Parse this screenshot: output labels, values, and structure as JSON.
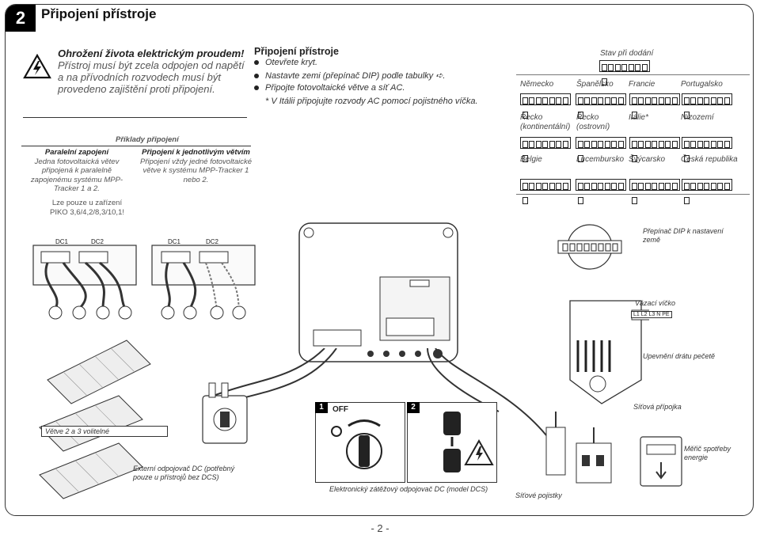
{
  "header": {
    "section_number": "2",
    "title": "Připojení přístroje"
  },
  "warning": {
    "icon": "warning-lightning-icon",
    "title": "Ohrožení života elektrickým proudem!",
    "text": "Přístroj musí být zcela odpojen od napětí a na přívodních rozvodech musí být provedeno zajištění proti připojení."
  },
  "examples": {
    "title": "Příklady připojení",
    "parallel": {
      "title": "Paralelní zapojení",
      "text": "Jedna fotovoltaická větev připojená k paralelně zapojenému systému MPP-Tracker 1 a 2."
    },
    "single": {
      "title": "Připojení k jednotlivým větvím",
      "text": "Připojení vždy jedné fotovoltaické větve k systému MPP-Tracker 1 nebo 2."
    },
    "note": "Lze pouze u zařízení PIKO 3,6/4,2/8,3/10,1!",
    "dc1": "DC1",
    "dc2": "DC2"
  },
  "instructions": {
    "title": "Připojení přístroje",
    "steps": [
      "Otevřete kryt.",
      "Nastavte zemi (přepínač DIP) podle tabulky ➪.",
      "Připojte fotovoltaické větve a síť AC."
    ],
    "note": "* V Itálii připojujte rozvody AC pomocí pojistného víčka."
  },
  "dip_table": {
    "default_label": "Stav při dodání",
    "countries": [
      "Německo",
      "Španělsko",
      "Francie",
      "Portugalsko",
      "Řecko (kontinentální)",
      "Řecko (ostrovní)",
      "Itálie*",
      "Nizozemí",
      "Belgie",
      "Lucembursko",
      "Švýcarsko",
      "Česká republika"
    ]
  },
  "labels": {
    "dip_switch": "Přepínač DIP k nastavení země",
    "cover": "Vázací víčko",
    "seal": "Upevnění drátu pečetě",
    "grid": "Síťová přípojka",
    "meter": "Měřič spotřeby energie",
    "strings": "Větve 2 a 3 volitelné",
    "ext_switch": "Externí odpojovač DC (potřebný pouze u přístrojů bez DCS)",
    "dcs": "Elektronický zátěžový odpojovač DC (model DCS)",
    "fuses": "Síťové pojistky",
    "terminal": "L1 L2 L3 N PE",
    "off": "OFF",
    "step1": "1",
    "step2": "2"
  },
  "footer": {
    "page": "- 2 -"
  }
}
